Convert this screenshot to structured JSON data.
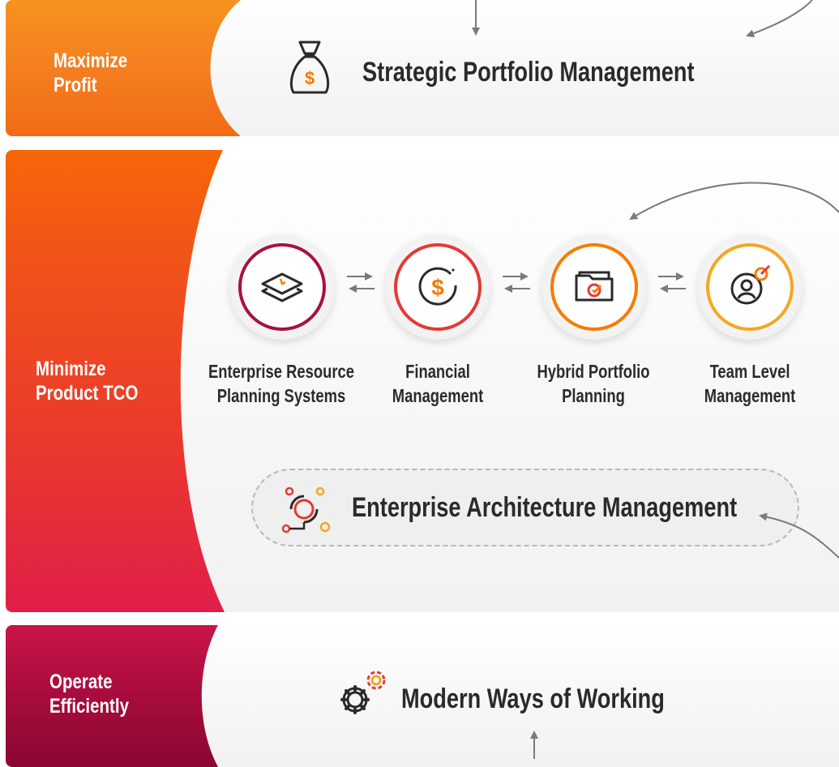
{
  "bands": {
    "profit": {
      "label": "Maximize\nProfit",
      "title": "Strategic Portfolio Management",
      "icon": "money-bag-icon"
    },
    "tco": {
      "label": "Minimize\nProduct TCO",
      "nodes": [
        {
          "caption": "Enterprise Resource\nPlanning Systems",
          "icon": "layers-icon",
          "color": "#a8123e"
        },
        {
          "caption": "Financial\nManagement",
          "icon": "dollar-circle-icon",
          "color": "#e53935"
        },
        {
          "caption": "Hybrid Portfolio\nPlanning",
          "icon": "folder-check-icon",
          "color": "#f57c00"
        },
        {
          "caption": "Team Level\nManagement",
          "icon": "user-target-icon",
          "color": "#f5a623"
        }
      ],
      "architecture": {
        "title": "Enterprise Architecture Management",
        "icon": "architecture-network-icon"
      }
    },
    "efficiency": {
      "label": "Operate\nEfficiently",
      "title": "Modern Ways of Working",
      "icon": "gears-icon"
    }
  },
  "colors": {
    "orange": "#f5811f",
    "red": "#ea3a2b",
    "crimson": "#a80c3c",
    "arrow": "#7a7a7a"
  }
}
